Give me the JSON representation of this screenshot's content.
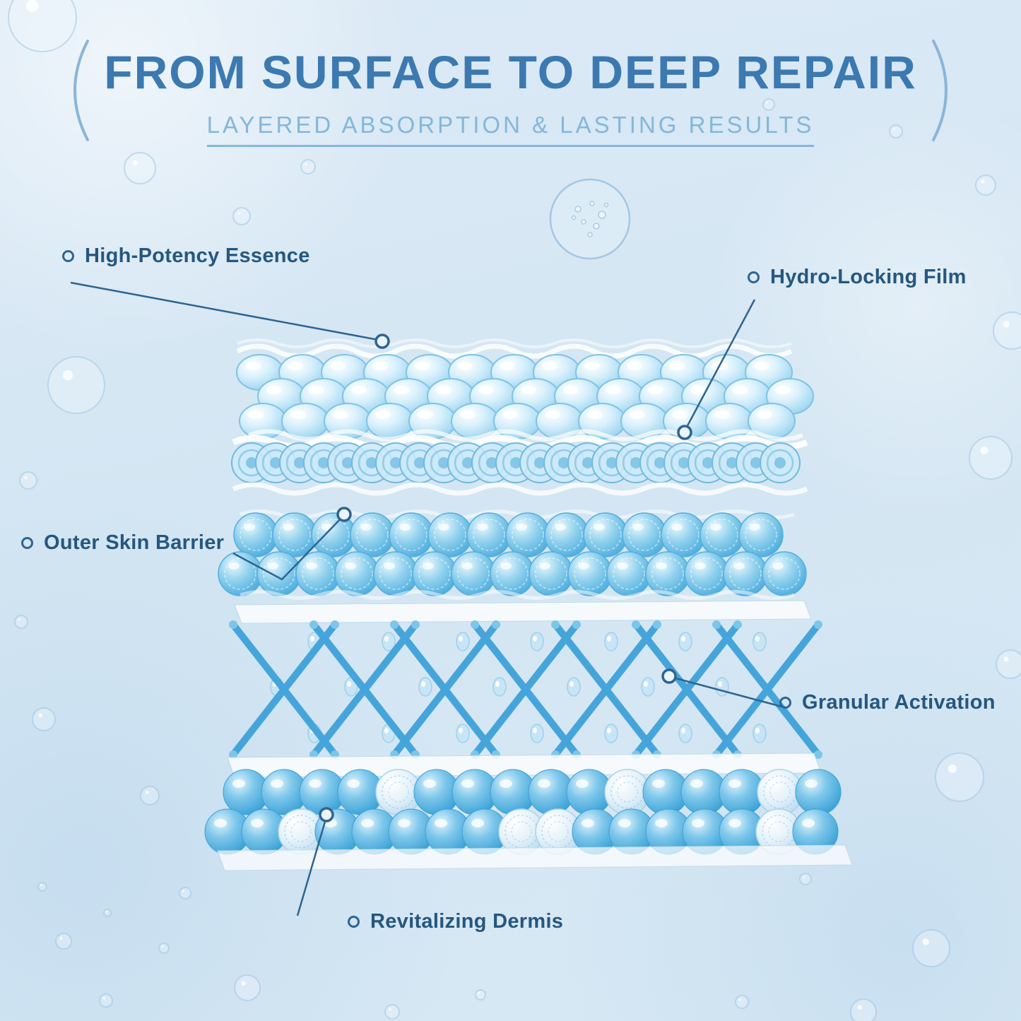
{
  "header": {
    "title": "FROM SURFACE TO DEEP REPAIR",
    "subtitle": "LAYERED ABSORPTION & LASTING RESULTS"
  },
  "callouts": {
    "essence": {
      "text": "High-Potency Essence"
    },
    "film": {
      "text": "Hydro-Locking Film"
    },
    "barrier": {
      "text": "Outer Skin Barrier"
    },
    "granular": {
      "text": "Granular Activation"
    },
    "dermis": {
      "text": "Revitalizing Dermis"
    }
  },
  "icons": {
    "marker": "circle-marker-icon",
    "paren_left": "decorative-paren-left",
    "paren_right": "decorative-paren-right"
  },
  "colors": {
    "title": "#3b79b0",
    "subtitle": "#84b7da",
    "label_text": "#25577f",
    "callout_line": "#2e6490",
    "diagram_blue": "#45a5db",
    "background": "#d7e8f4"
  }
}
